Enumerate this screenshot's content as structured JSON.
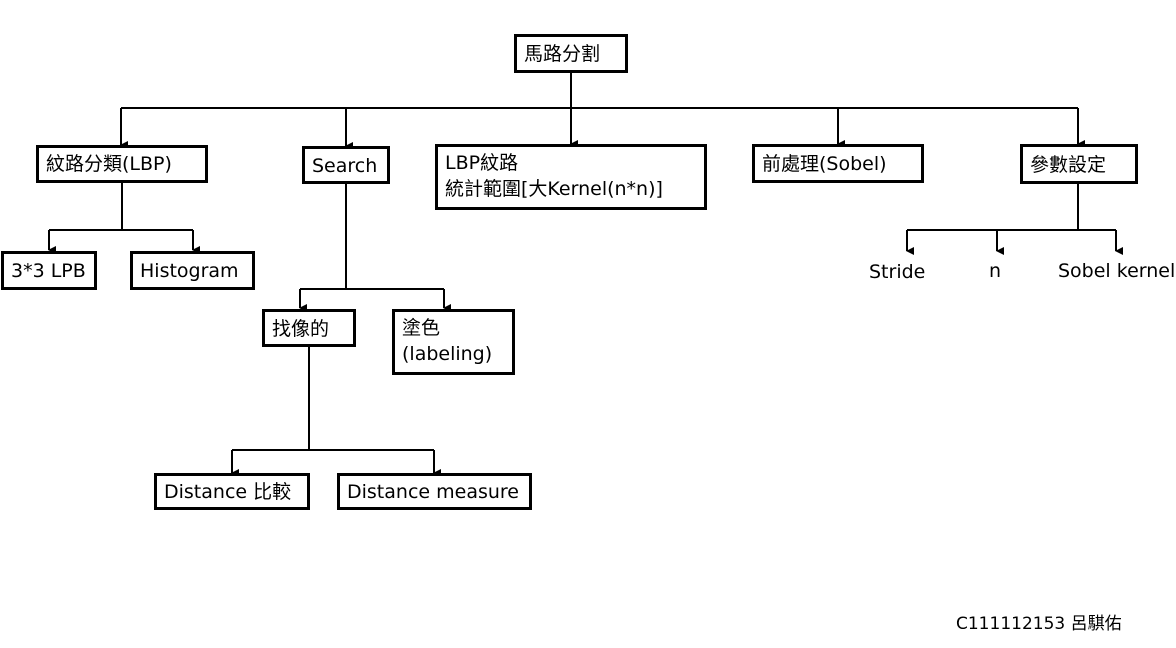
{
  "diagram": {
    "root": "馬路分割",
    "nodes": {
      "texture_classification": "紋路分類(LBP)",
      "lbp_3x3": "3*3 LPB",
      "histogram": "Histogram",
      "search": "Search",
      "find_similar": "找像的",
      "coloring_line1": "塗色",
      "coloring_line2": "(labeling)",
      "distance_compare": "Distance 比較",
      "distance_measure": "Distance measure",
      "lbp_stats_line1": "LBP紋路",
      "lbp_stats_line2": "統計範圍[大Kernel(n*n)]",
      "preprocessing": "前處理(Sobel)",
      "parameters": "參數設定",
      "param_stride": "Stride",
      "param_n": "n",
      "param_sobel_kernel": "Sobel kernel"
    },
    "footer": "C111112153 呂騏佑"
  }
}
